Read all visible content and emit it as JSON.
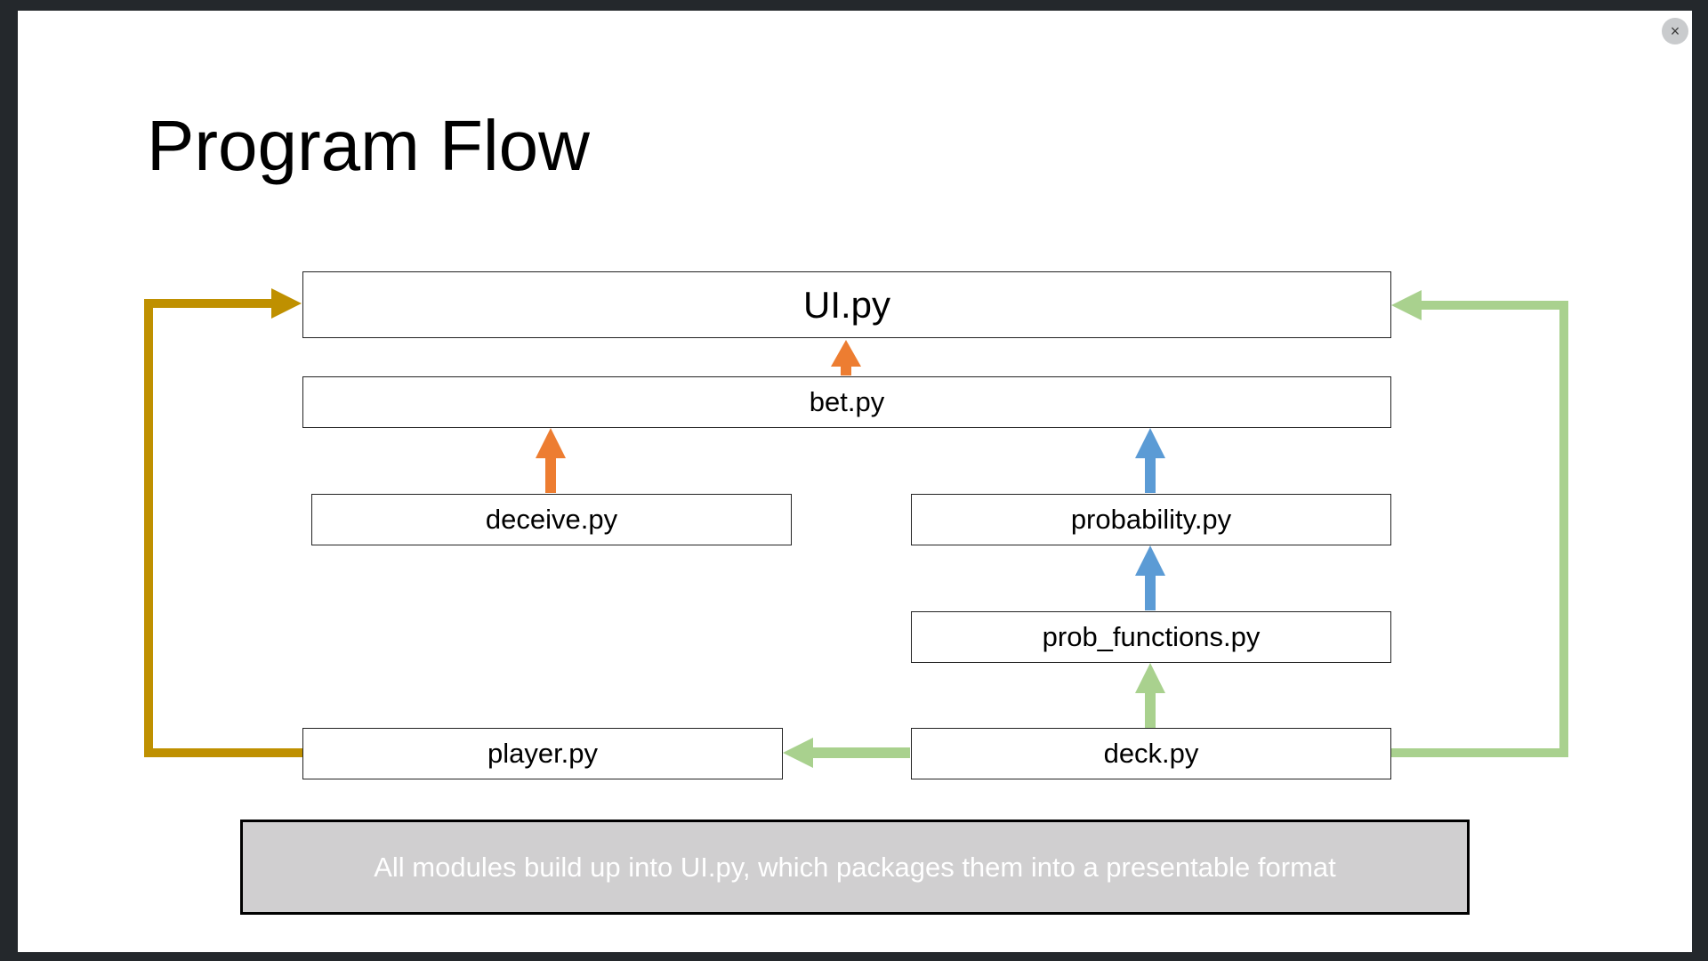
{
  "slide": {
    "title": "Program Flow",
    "close_symbol": "×",
    "caption": "All modules build up into UI.py, which packages them into a presentable format"
  },
  "diagram": {
    "nodes": {
      "ui": "UI.py",
      "bet": "bet.py",
      "deceive": "deceive.py",
      "probability": "probability.py",
      "prob_functions": "prob_functions.py",
      "player": "player.py",
      "deck": "deck.py"
    },
    "edges": [
      {
        "from": "bet",
        "to": "ui",
        "color": "#ED7D31"
      },
      {
        "from": "deceive",
        "to": "bet",
        "color": "#ED7D31"
      },
      {
        "from": "probability",
        "to": "bet",
        "color": "#5B9BD5"
      },
      {
        "from": "prob_functions",
        "to": "probability",
        "color": "#5B9BD5"
      },
      {
        "from": "deck",
        "to": "prob_functions",
        "color": "#A9D18E"
      },
      {
        "from": "deck",
        "to": "player",
        "color": "#A9D18E"
      },
      {
        "from": "deck",
        "to": "ui",
        "color": "#A9D18E"
      },
      {
        "from": "player",
        "to": "ui",
        "color": "#BF9000"
      }
    ]
  }
}
